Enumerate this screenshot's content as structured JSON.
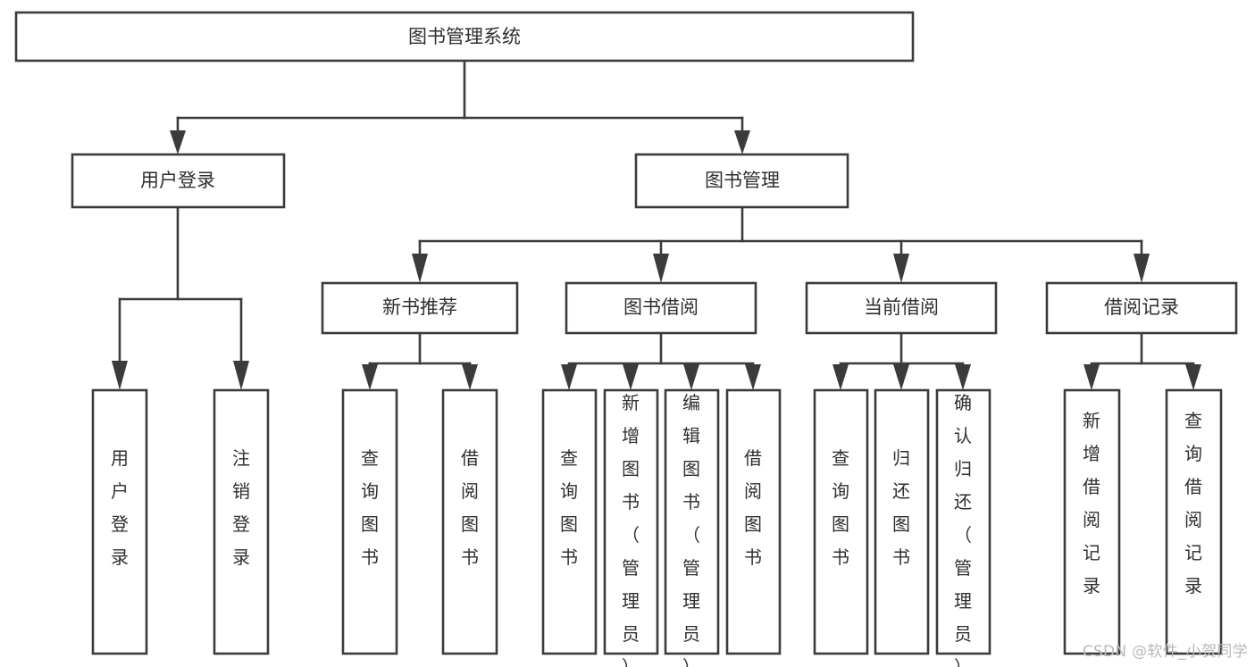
{
  "diagram": {
    "type": "tree",
    "title": "图书管理系统",
    "watermark": "CSDN @软件_小贺同学",
    "colors": {
      "stroke": "#3b3b3b",
      "text": "#2f2f2f",
      "box_fill": "#ffffff",
      "background": "#ffffff",
      "watermark": "#b9b9b9"
    },
    "nodes": {
      "root": {
        "label": "图书管理系统"
      },
      "level2": [
        {
          "label": "用户登录"
        },
        {
          "label": "图书管理"
        }
      ],
      "level3": [
        {
          "label": "新书推荐"
        },
        {
          "label": "图书借阅"
        },
        {
          "label": "当前借阅"
        },
        {
          "label": "借阅记录"
        }
      ],
      "leaves": {
        "user_login": [
          {
            "label": "用户登录"
          },
          {
            "label": "注销登录"
          }
        ],
        "new_book_recommend": [
          {
            "label": "查询图书"
          },
          {
            "label": "借阅图书"
          }
        ],
        "book_borrow": [
          {
            "label": "查询图书"
          },
          {
            "label": "新增图书（管理员）"
          },
          {
            "label": "编辑图书（管理员）"
          },
          {
            "label": "借阅图书"
          }
        ],
        "current_borrow": [
          {
            "label": "查询图书"
          },
          {
            "label": "归还图书"
          },
          {
            "label": "确认归还（管理员）"
          }
        ],
        "borrow_record": [
          {
            "label": "新增借阅记录"
          },
          {
            "label": "查询借阅记录"
          }
        ]
      }
    }
  }
}
